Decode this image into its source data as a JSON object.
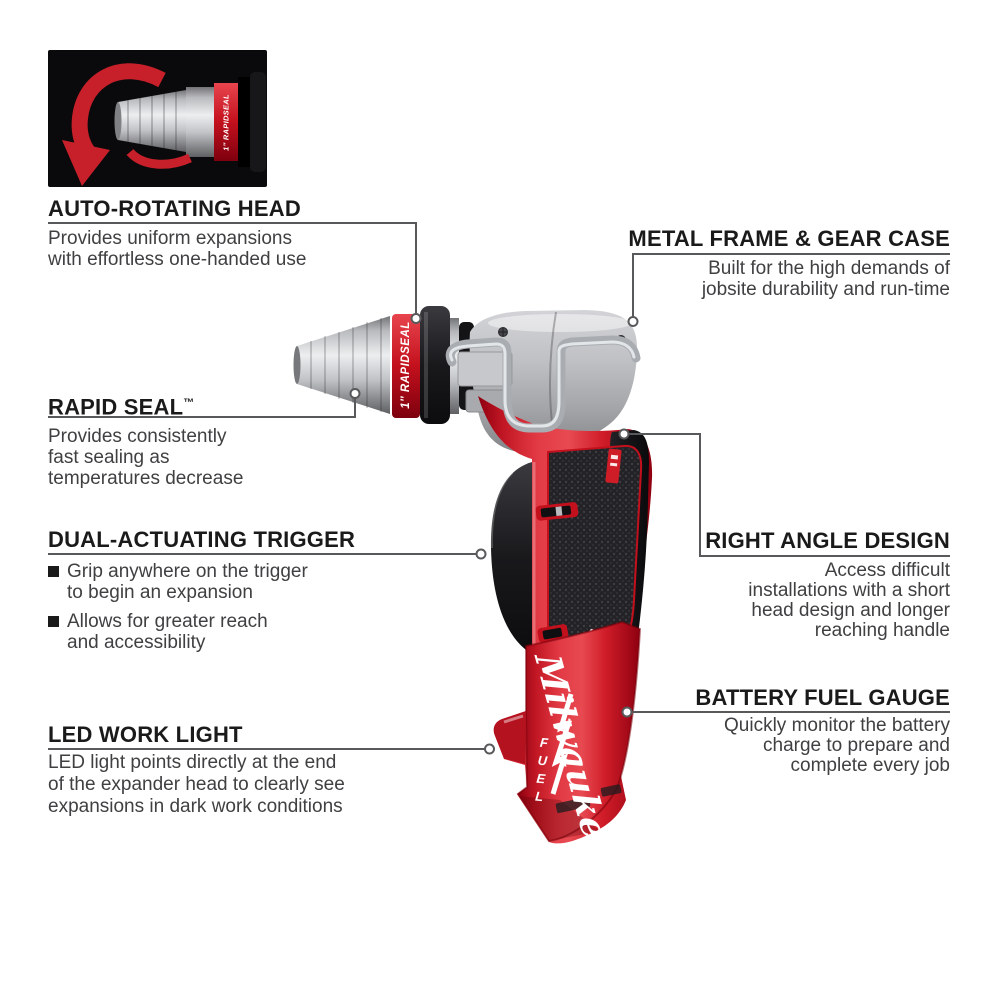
{
  "palette": {
    "brand_red": "#d01a26",
    "callout_line": "#58595b",
    "heading_text": "#1a1a1a",
    "body_text": "#404042"
  },
  "tool": {
    "brand_logo": "Milwaukee",
    "fuel_label": "FUEL",
    "band_label": "1″ RAPIDSEAL",
    "inset_band_label": "1″ RAPIDSEAL"
  },
  "callouts": {
    "auto_rotating_head": {
      "title": "AUTO-ROTATING HEAD",
      "lines": [
        "Provides uniform expansions",
        "with effortless one-handed use"
      ]
    },
    "metal_frame": {
      "title": "METAL FRAME & GEAR CASE",
      "lines": [
        "Built for the high demands of",
        "jobsite durability and run-time"
      ]
    },
    "rapid_seal": {
      "title": "RAPID SEAL",
      "trademark": "™",
      "lines": [
        "Provides consistently",
        "fast sealing as",
        "temperatures decrease"
      ]
    },
    "dual_trigger": {
      "title": "DUAL-ACTUATING TRIGGER",
      "bullet1": [
        "Grip anywhere on the trigger",
        "to begin an expansion"
      ],
      "bullet2": [
        "Allows for greater reach",
        "and accessibility"
      ]
    },
    "right_angle": {
      "title": "RIGHT ANGLE DESIGN",
      "lines": [
        "Access difficult",
        "installations with a short",
        "head design and longer",
        "reaching handle"
      ]
    },
    "battery_gauge": {
      "title": "BATTERY FUEL GAUGE",
      "lines": [
        "Quickly monitor the battery",
        "charge to prepare and",
        "complete every job"
      ]
    },
    "led_light": {
      "title": "LED WORK LIGHT",
      "lines": [
        "LED light points directly at the end",
        "of the expander head to clearly see",
        "expansions in dark work conditions"
      ]
    }
  }
}
